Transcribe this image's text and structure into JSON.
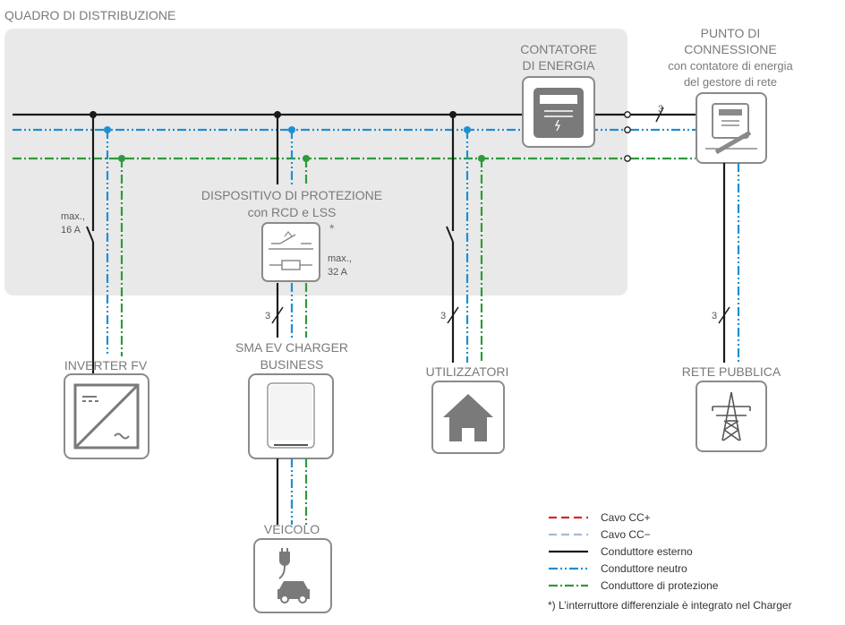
{
  "panel_title": "QUADRO DI DISTRIBUZIONE",
  "meter": {
    "line1": "CONTATORE",
    "line2": "DI ENERGIA"
  },
  "connection_point": {
    "line1": "PUNTO DI",
    "line2": "CONNESSIONE",
    "line3": "con contatore di energia",
    "line4": "del gestore di rete"
  },
  "protection": {
    "line1": "DISPOSITIVO DI PROTEZIONE",
    "line2": "con RCD e LSS",
    "asterisk": "*",
    "max_label": "max.,",
    "max_value": "32 A"
  },
  "pv_breaker": {
    "max_label": "max.,",
    "max_value": "16 A"
  },
  "devices": {
    "inverter": "INVERTER FV",
    "charger_line1": "SMA EV CHARGER",
    "charger_line2": "BUSINESS",
    "loads": "UTILIZZATORI",
    "grid": "RETE PUBBLICA",
    "vehicle": "VEICOLO"
  },
  "cable_count": "3",
  "legend": [
    {
      "label": "Cavo CC+",
      "color": "#d9262b",
      "style": "dashed"
    },
    {
      "label": "Cavo CC−",
      "color": "#a9b8d3",
      "style": "dashed"
    },
    {
      "label": "Conduttore esterno",
      "color": "#1a1a1a",
      "style": "solid"
    },
    {
      "label": "Conduttore neutro",
      "color": "#1f8fd0",
      "style": "dashdotdot"
    },
    {
      "label": "Conduttore di protezione",
      "color": "#2e9a3c",
      "style": "dashdot"
    }
  ],
  "footnote": "*) L’interruttore differenziale è integrato nel Charger",
  "colors": {
    "panel": "#e9e9e9",
    "icon_border": "#8a8a8a",
    "icon_fill": "#7a7a7a",
    "external": "#1a1a1a",
    "neutral": "#1f8fd0",
    "protective": "#2e9a3c"
  }
}
